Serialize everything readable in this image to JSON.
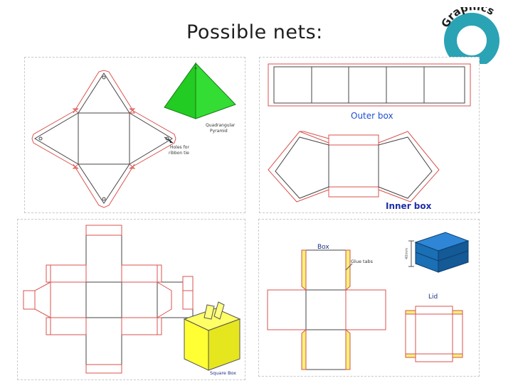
{
  "slide": {
    "title": "Possible nets:",
    "logo_text": "Graphics"
  },
  "panels": {
    "pyramid": {
      "caption_line1": "Quadrangular",
      "caption_line2": "Pyramid",
      "holes_line1": "Holes for",
      "holes_line2": "ribbon tie"
    },
    "boxes": {
      "outer_label": "Outer box",
      "inner_label": "Inner box"
    },
    "square": {
      "caption": "Square Box"
    },
    "lidbox": {
      "box_label": "Box",
      "glue_label": "Glue tabs",
      "lid_label": "Lid",
      "dim_label": "40mm"
    }
  },
  "colors": {
    "teal": "#2aa3b5",
    "net_red": "#d9534f",
    "pyramid_green": "#22cc22",
    "cube_blue": "#1a6fb5",
    "box_yellow": "#ffff33",
    "tab_yellow": "#f5f07a",
    "label_blue": "#1f4fd1"
  }
}
